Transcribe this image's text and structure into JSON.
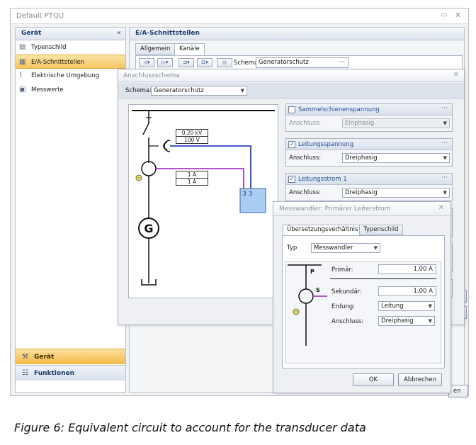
{
  "window": {
    "title": "Default PTQU",
    "minimize_glyph": "▭",
    "close_glyph": "✕"
  },
  "nav": {
    "header": "Gerät",
    "collapse_glyph": "«",
    "items": [
      {
        "label": "Typenschild",
        "icon": "nameplate-icon",
        "glyph": "▤"
      },
      {
        "label": "E/A-Schnittstellen",
        "icon": "io-interfaces-icon",
        "glyph": "▦"
      },
      {
        "label": "Elektrische Umgebung",
        "icon": "electrical-environment-icon",
        "glyph": "⌇"
      },
      {
        "label": "Messwerte",
        "icon": "measured-values-icon",
        "glyph": "▣"
      }
    ],
    "active_index": 1,
    "bottom": [
      {
        "label": "Gerät",
        "icon": "device-icon",
        "glyph": "⚒"
      },
      {
        "label": "Funktionen",
        "icon": "functions-icon",
        "glyph": "☷"
      }
    ]
  },
  "content": {
    "header": "E/A-Schnittstellen",
    "tabs": [
      "Allgemein",
      "Kanäle"
    ],
    "selected_tab": 1,
    "toolbar": {
      "schema_label": "Schema",
      "schema_value": "Generatorschutz",
      "more": "···"
    },
    "cancel_partial": "en"
  },
  "anschluss": {
    "title": "Anschlussschema",
    "close_glyph": "✕",
    "schema_label": "Schema:",
    "schema_value": "Generatorschutz",
    "diagram": {
      "voltage_primary": "0,20 kV",
      "voltage_secondary": "100 V",
      "current_primary": "1 A",
      "current_secondary": "1 A",
      "terminal": "3 3",
      "generator_label": "G"
    },
    "groups": [
      {
        "title": "Sammelschienenspannung",
        "checked": false,
        "label": "Anschluss:",
        "value": "Einphasig",
        "disabled": true
      },
      {
        "title": "Leitungsspannung",
        "checked": true,
        "label": "Anschluss:",
        "value": "Dreiphasig",
        "disabled": false
      },
      {
        "title": "Leitungsstrom 1",
        "checked": true,
        "label": "Anschluss:",
        "value": "Dreiphasig",
        "disabled": false
      }
    ],
    "more": "···",
    "checkmark": "✓"
  },
  "messwandler": {
    "title": "Messwandler: Primärer Leiterstrom",
    "close_glyph": "✕",
    "tabs": [
      "Übersetzungsverhältnis",
      "Typenschild"
    ],
    "selected_tab": 0,
    "typ_label": "Typ",
    "typ_value": "Messwandler",
    "diagram": {
      "p_label": "P",
      "s_label": "S"
    },
    "fields": {
      "primaer_label": "Primär:",
      "primaer_value": "1,00 A",
      "sekundaer_label": "Sekundär:",
      "sekundaer_value": "1,00 A",
      "erdung_label": "Erdung:",
      "erdung_value": "Leitung",
      "anschluss_label": "Anschluss:",
      "anschluss_value": "Dreiphasig"
    },
    "ok_label": "OK",
    "cancel_label": "Abbrechen"
  },
  "caption": "Figure  6: Equivalent circuit to account for the transducer data",
  "colors": {
    "accent_orange": "#f6c560",
    "link_blue": "#1f4f9a",
    "secondary_line_purple": "#a23fc2",
    "primary_line_blue": "#2b3fc0",
    "terminal_fill": "#a9cdf3"
  }
}
